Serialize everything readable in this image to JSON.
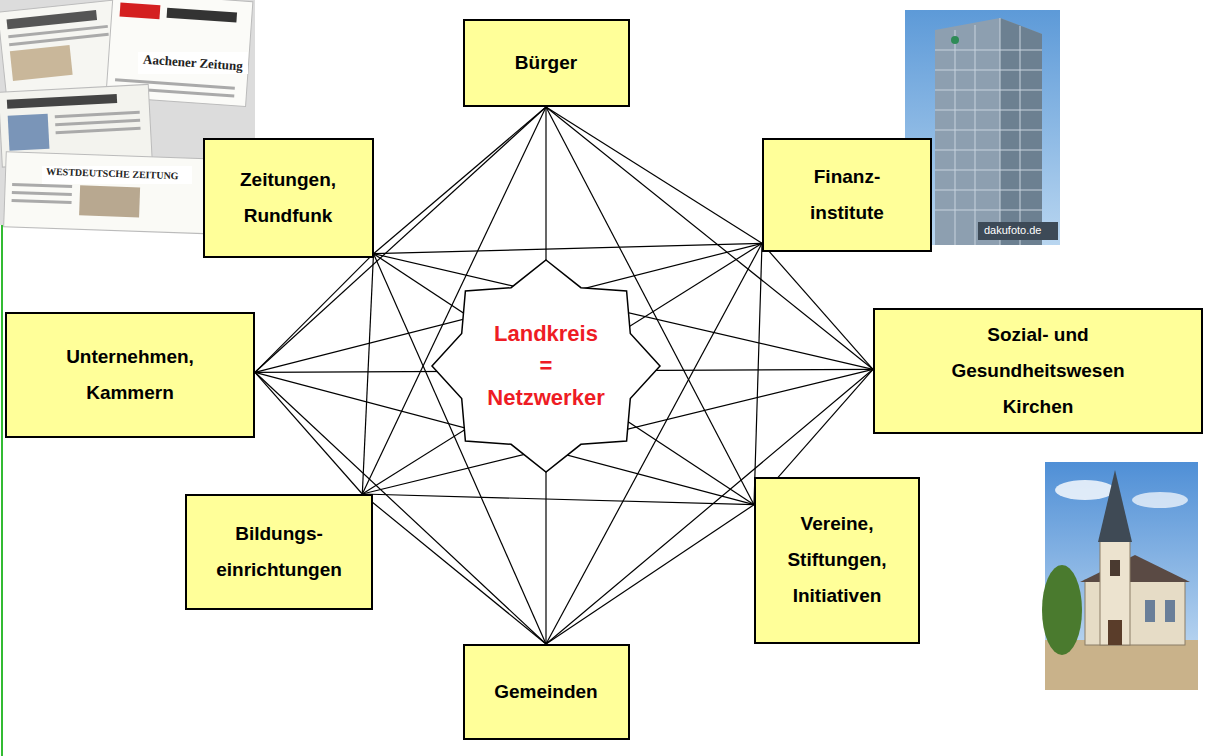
{
  "diagram": {
    "nodes": [
      {
        "text": [
          "Bürger"
        ]
      },
      {
        "text": [
          "Zeitungen, Rundfunk"
        ]
      },
      {
        "text": [
          "Finanz- institute"
        ]
      },
      {
        "text": [
          "Unternehmen, Kammern"
        ]
      },
      {
        "text": [
          "Landkreis = Netzwerker"
        ]
      },
      {
        "text": [
          "Sozial- und Gesundheitswesen Kirchen"
        ]
      },
      {
        "text": [
          "Bildungs- einrichtungen"
        ]
      },
      {
        "text": [
          "Vereine, Stiftungen, Initiativen"
        ]
      },
      {
        "text": [
          "Gemeinden"
        ]
      }
    ],
    "edges": [
      {
        "from": 0,
        "to": 1,
        "arrow": "none"
      },
      {
        "from": 0,
        "to": 2,
        "arrow": "none"
      },
      {
        "from": 0,
        "to": 3,
        "arrow": "none"
      },
      {
        "from": 0,
        "to": 5,
        "arrow": "none"
      },
      {
        "from": 0,
        "to": 6,
        "arrow": "none"
      },
      {
        "from": 0,
        "to": 7,
        "arrow": "none"
      },
      {
        "from": 0,
        "to": 8,
        "arrow": "none"
      },
      {
        "from": 1,
        "to": 2,
        "arrow": "none"
      },
      {
        "from": 1,
        "to": 3,
        "arrow": "none"
      },
      {
        "from": 1,
        "to": 5,
        "arrow": "none"
      },
      {
        "from": 1,
        "to": 6,
        "arrow": "none"
      },
      {
        "from": 1,
        "to": 7,
        "arrow": "none"
      },
      {
        "from": 1,
        "to": 8,
        "arrow": "none"
      },
      {
        "from": 2,
        "to": 3,
        "arrow": "none"
      },
      {
        "from": 2,
        "to": 5,
        "arrow": "none"
      },
      {
        "from": 2,
        "to": 6,
        "arrow": "none"
      },
      {
        "from": 2,
        "to": 7,
        "arrow": "none"
      },
      {
        "from": 2,
        "to": 8,
        "arrow": "none"
      },
      {
        "from": 3,
        "to": 5,
        "arrow": "none"
      },
      {
        "from": 3,
        "to": 6,
        "arrow": "none"
      },
      {
        "from": 3,
        "to": 7,
        "arrow": "none"
      },
      {
        "from": 3,
        "to": 8,
        "arrow": "none"
      },
      {
        "from": 5,
        "to": 6,
        "arrow": "none"
      },
      {
        "from": 5,
        "to": 7,
        "arrow": "none"
      },
      {
        "from": 5,
        "to": 8,
        "arrow": "none"
      },
      {
        "from": 6,
        "to": 7,
        "arrow": "none"
      },
      {
        "from": 6,
        "to": 8,
        "arrow": "none"
      },
      {
        "from": 7,
        "to": 8,
        "arrow": "none"
      }
    ],
    "labels": [
      "Aachener Zeitung",
      "WESTDEUTSCHE ZEITUNG",
      "dakufoto.de"
    ]
  }
}
